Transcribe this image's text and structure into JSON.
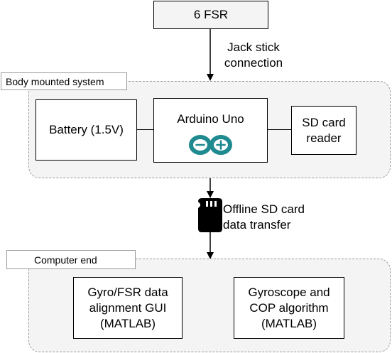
{
  "nodes": {
    "fsr": "6 FSR",
    "battery": "Battery (1.5V)",
    "arduino": "Arduino Uno",
    "sd_reader": [
      "SD card",
      "reader"
    ],
    "gyro_gui": [
      "Gyro/FSR data",
      "alignment GUI",
      "(MATLAB)"
    ],
    "cop_algo": [
      "Gyroscope and",
      "COP algorithm",
      "(MATLAB)"
    ]
  },
  "groups": {
    "body": "Body mounted system",
    "computer": "Computer end"
  },
  "edges": {
    "jack": [
      "Jack stick",
      "connection"
    ],
    "offline": [
      "Offline SD card",
      "data transfer"
    ]
  },
  "icons": {
    "arduino_logo": "arduino-logo-icon",
    "sd_card": "sd-card-icon",
    "arduino_color": "#1f8a8f"
  }
}
